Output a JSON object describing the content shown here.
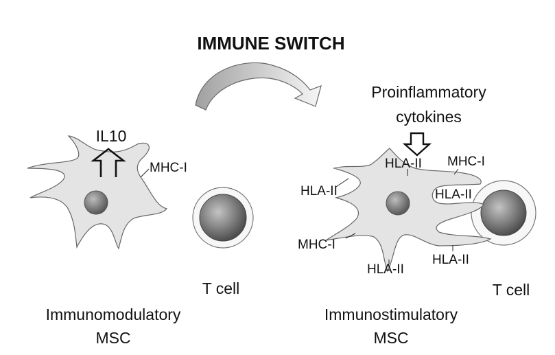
{
  "diagram": {
    "title": "IMMUNE SWITCH",
    "left": {
      "cell_name_line1": "Immunomodulatory",
      "cell_name_line2": "MSC",
      "secretion_label": "IL10",
      "marker_label": "MHC-I",
      "tcell_label": "T cell"
    },
    "right": {
      "stimulus_line1": "Proinflammatory",
      "stimulus_line2": "cytokines",
      "cell_name_line1": "Immunostimulatory",
      "cell_name_line2": "MSC",
      "markers": {
        "hla_top": "HLA-II",
        "mhc_top": "MHC-I",
        "hla_left": "HLA-II",
        "hla_contact": "HLA-II",
        "mhc_bottom_left": "MHC-I",
        "hla_bottom": "HLA-II",
        "hla_bottom_right": "HLA-II"
      },
      "tcell_label": "T cell"
    },
    "colors": {
      "cell_body": "#e4e4e4",
      "outline": "#666666",
      "arrow_dark": "#a0a0a0",
      "arrow_light": "#f6f6f6"
    }
  }
}
